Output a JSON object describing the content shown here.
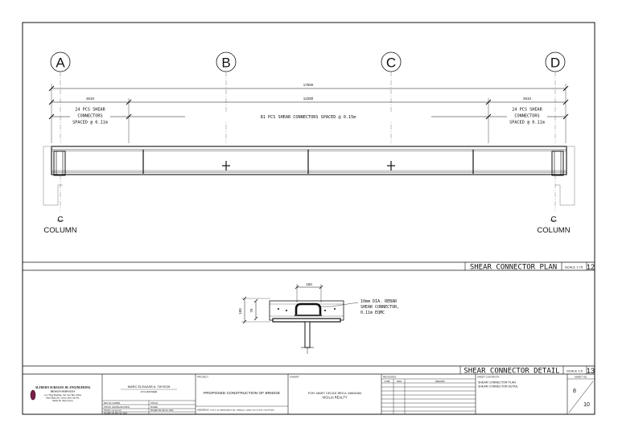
{
  "plan": {
    "grid_labels": [
      "A",
      "B",
      "C",
      "D"
    ],
    "overall_dim": "17500",
    "end_dim_left": "2610",
    "middle_dim": "12280",
    "end_dim_right": "2610",
    "left_note": [
      "24 PCS SHEAR",
      "CONNECTORS",
      "SPACED @ 0.11m"
    ],
    "middle_note": "81 PCS SHEAR CONNECTORS SPACED @ 0.15m",
    "right_note": [
      "24 PCS SHEAR",
      "CONNECTORS",
      "SPACED @ 0.11m"
    ],
    "column_symbol": "C",
    "column_label": "COLUMN",
    "title": "SHEAR CONNECTOR PLAN",
    "scale": "SCALE 1:75",
    "number": "12"
  },
  "detail": {
    "top_dim": "150",
    "side_dim_outer": "100",
    "side_dim_inner": "75",
    "note": [
      "10mm DIA. REBAR",
      "SHEAR CONNECTOR,",
      "0.11m EQMC"
    ],
    "title": "SHEAR CONNECTOR DETAIL",
    "scale": "SCALE 1:5",
    "number": "13"
  },
  "title_block": {
    "firm_name": "ALFREDO SUBALDO JR. ENGINEERING",
    "firm_sub": "DESIGN SERVICES",
    "firm_lines": [
      "Lot 7 Brgy Binahaan, Sta. Cruz Bay, 1004a",
      "Wuite Bldg Clrnt, Ormoc, Blvd, Dan Rd.",
      "Mobile No. 09xxxxxxxxx"
    ],
    "engineer_name": "MARC ELEAZAR A. TAYSON",
    "engineer_title": "CIVIL ENGINEER",
    "eng_rows": [
      "PRC NO.   0136566",
      "PTR NO.   RACHEL BAUTISTA",
      "TIN NO.   xxx-xxx-xxx",
      "ISSUED ON   MAY 05, 2023"
    ],
    "eng_rows_right": [
      "PTR NO.",
      "ISSUED",
      "ISSUED ON   JAN 10, 2023"
    ],
    "project_label": "PROJECT",
    "project_name": "PROPOSED CONSTRUCTION OF BRIDGE",
    "address_label": "ADDRESS",
    "address": "PUROK 3B, MAHAGNAN ROAD, PARAGUS, DAVAO DEL NORTE, PHILIPPINES",
    "owner_label": "OWNER",
    "owner_line1": "FOR: MARY CECILE IRIS A. MANGAN",
    "owner_line2": "VICILIA REALTY",
    "revisions_label": "REVISIONS",
    "rev_headers": [
      "SYMB",
      "DATE",
      "REMARKS"
    ],
    "contents_label": "SHEET CONTENTS",
    "contents": [
      "SHEAR CONNECTOR PLAN",
      "SHEAR CONNECTOR DETAIL"
    ],
    "sheet_no_label": "SHEET NO.",
    "sheet_no": "8",
    "sheet_total": "10"
  }
}
